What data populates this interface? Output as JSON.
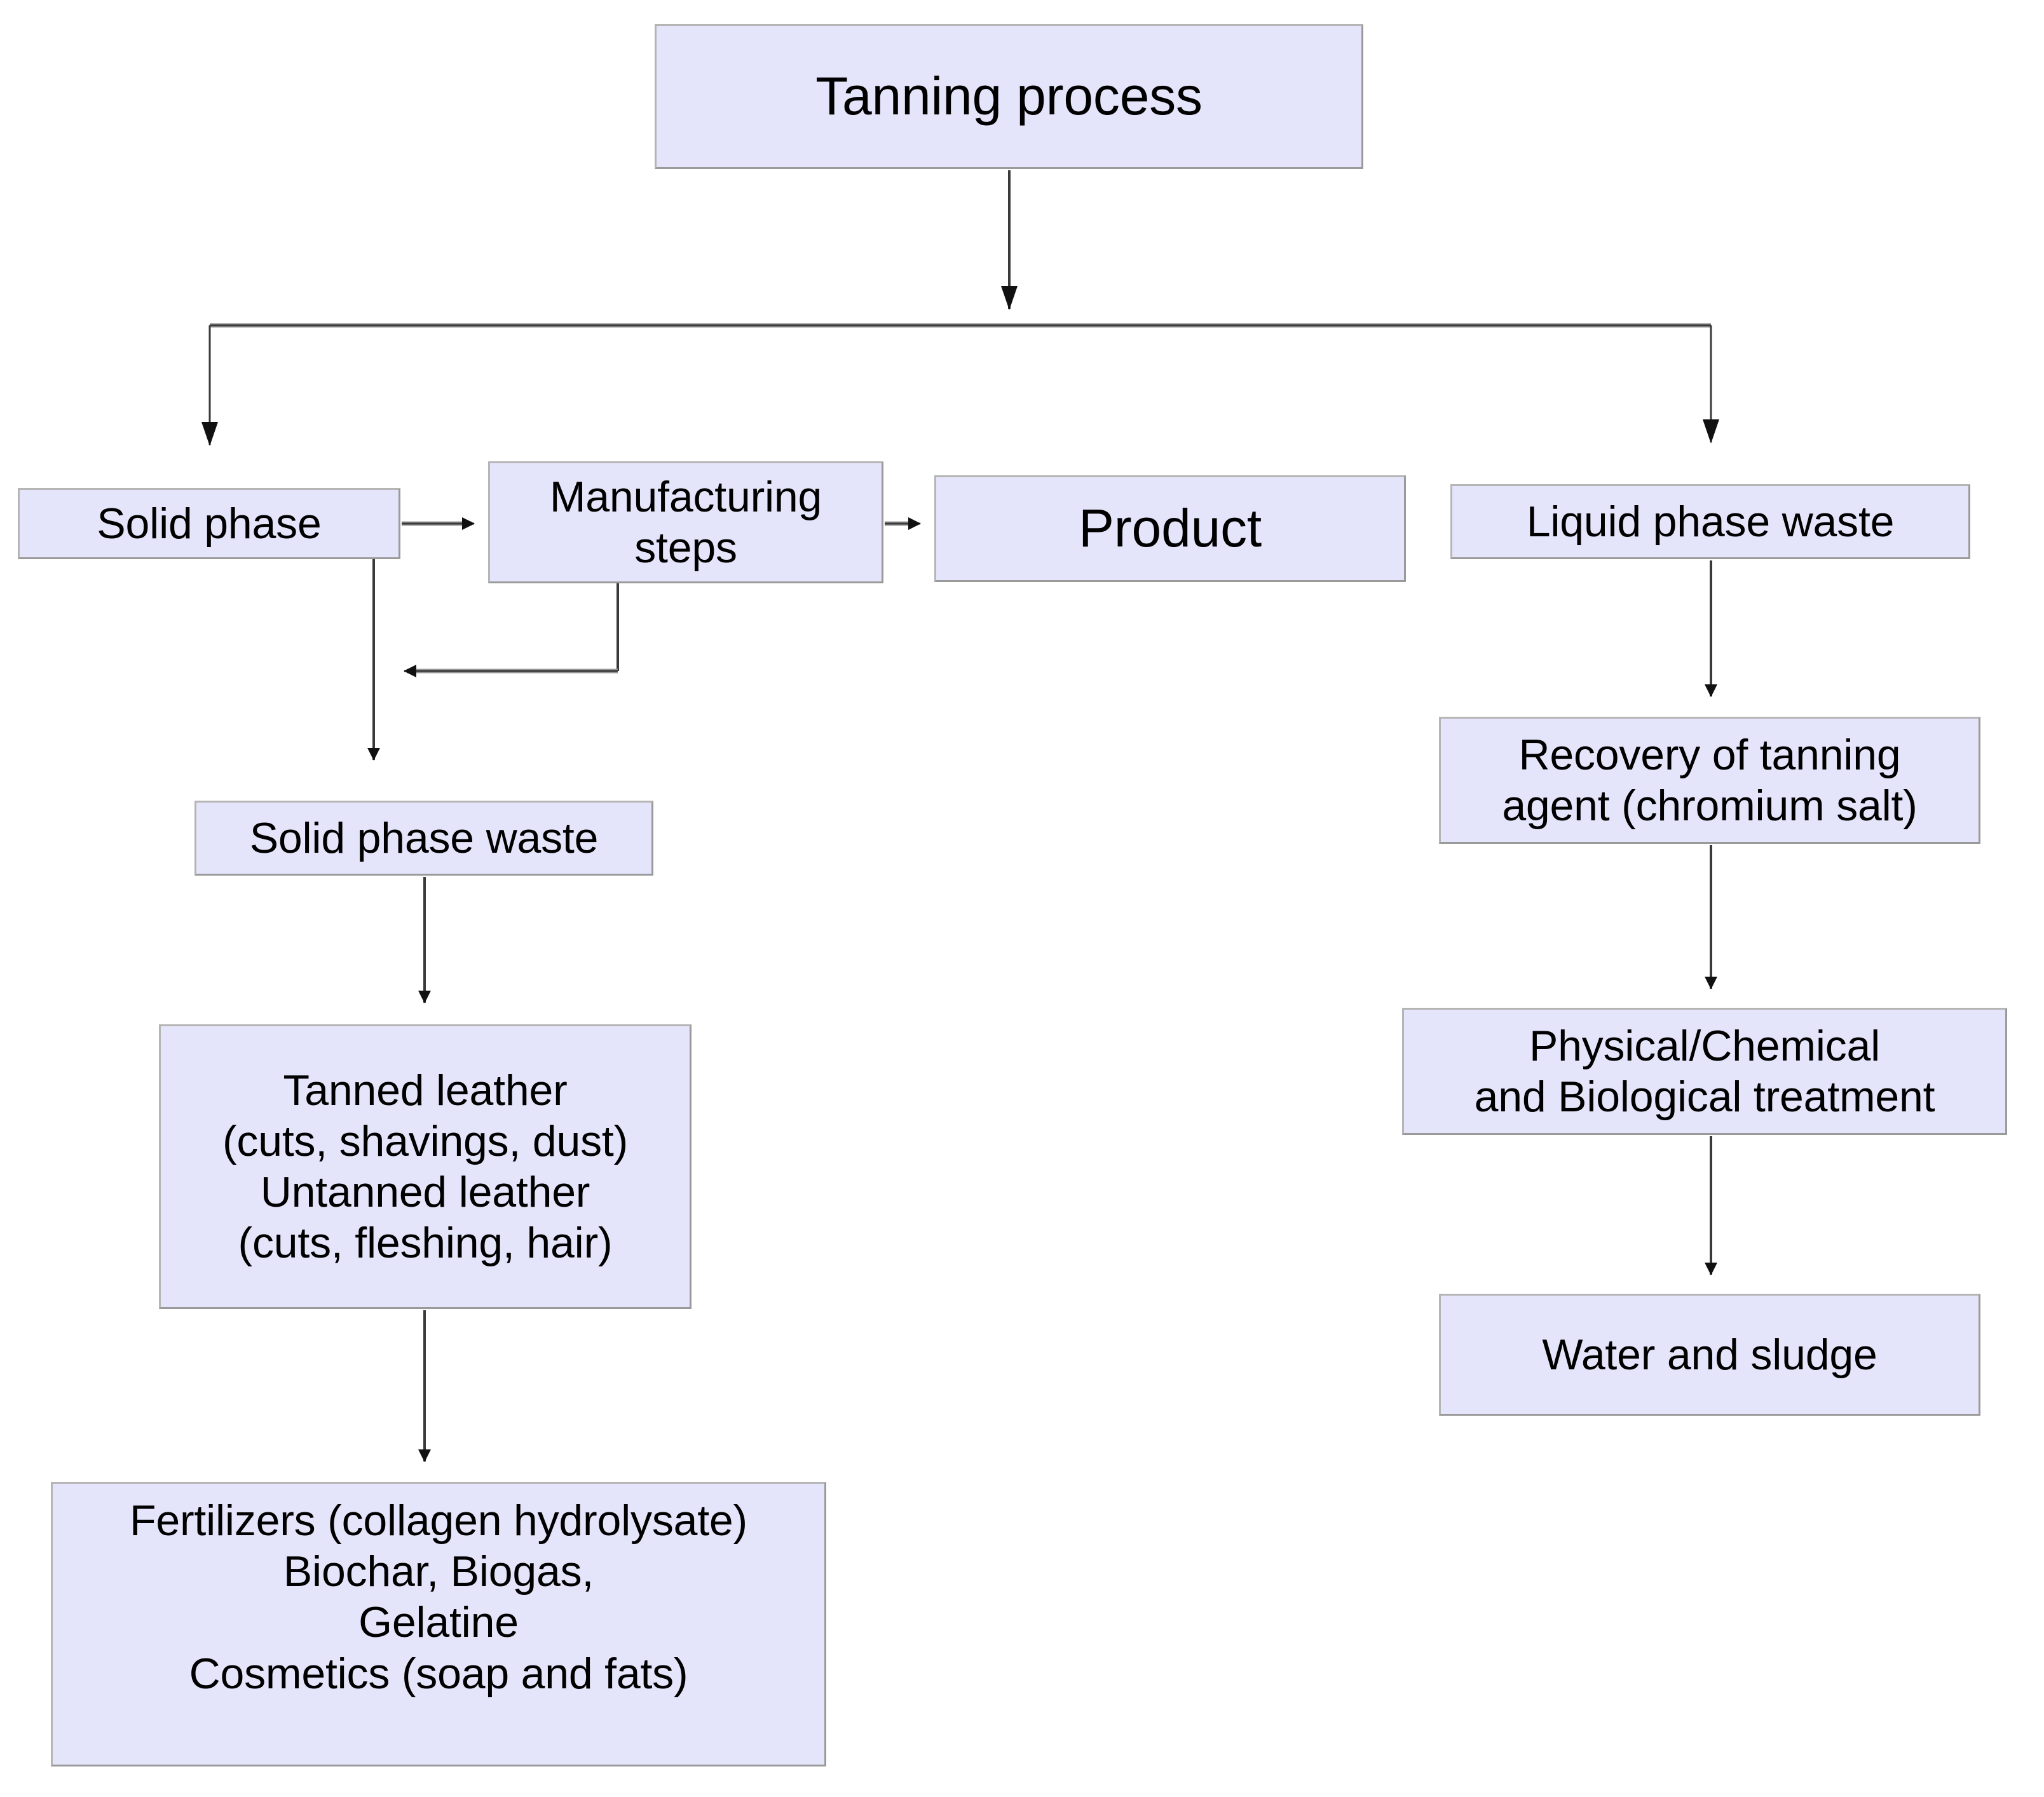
{
  "diagram": {
    "title": "Tanning process waste valorisation flowchart",
    "style": {
      "box_fill": "#E4E4FA",
      "box_border": "#9a9a9a",
      "connector_color": "#3a3a3a",
      "background": "#ffffff"
    },
    "nodes": {
      "tanning_process": "Tanning process",
      "solid_phase": "Solid phase",
      "manufacturing_steps": "Manufacturing\nsteps",
      "product": "Product",
      "liquid_phase_waste": "Liquid phase waste",
      "recovery_of_tanning_agent": "Recovery of tanning\nagent (chromium salt)",
      "physical_chemical_biological_treatment": "Physical/Chemical\nand Biological treatment",
      "water_and_sludge": "Water and sludge",
      "solid_phase_waste": "Solid phase waste",
      "tanned_leather": "Tanned leather\n(cuts, shavings, dust)\nUntanned leather\n(cuts, fleshing, hair)",
      "valorisation_products": "Fertilizers (collagen hydrolysate)\nBiochar, Biogas,\nGelatine\nCosmetics (soap and fats)"
    },
    "edges": [
      {
        "from": "tanning_process",
        "to": "split",
        "label": ""
      },
      {
        "from": "split",
        "to": "solid_phase",
        "label": ""
      },
      {
        "from": "split",
        "to": "liquid_phase_waste",
        "label": ""
      },
      {
        "from": "solid_phase",
        "to": "manufacturing_steps",
        "label": ""
      },
      {
        "from": "manufacturing_steps",
        "to": "product",
        "label": ""
      },
      {
        "from": "manufacturing_steps",
        "to": "solid_phase_waste_line",
        "label": ""
      },
      {
        "from": "solid_phase",
        "to": "solid_phase_waste",
        "label": ""
      },
      {
        "from": "solid_phase_waste",
        "to": "tanned_leather",
        "label": ""
      },
      {
        "from": "tanned_leather",
        "to": "valorisation_products",
        "label": ""
      },
      {
        "from": "liquid_phase_waste",
        "to": "recovery_of_tanning_agent",
        "label": ""
      },
      {
        "from": "recovery_of_tanning_agent",
        "to": "physical_chemical_biological_treatment",
        "label": ""
      },
      {
        "from": "physical_chemical_biological_treatment",
        "to": "water_and_sludge",
        "label": ""
      }
    ]
  }
}
